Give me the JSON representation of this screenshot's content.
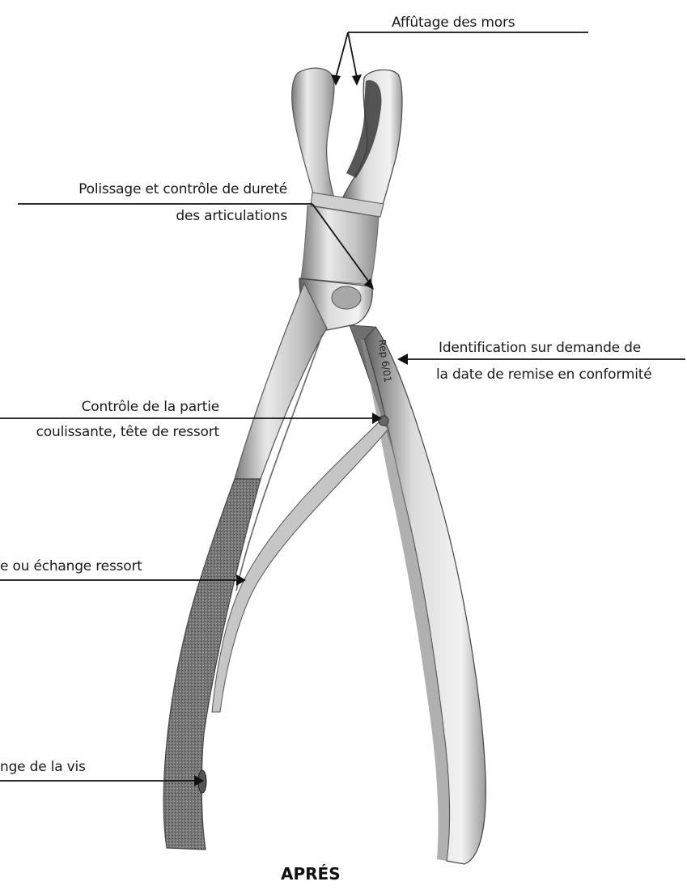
{
  "labels": {
    "jaw_sharpening": "Affûtage des mors",
    "joint_polish_line1": "Polissage et contrôle de dureté",
    "joint_polish_line2": "des articulations",
    "identification_line1": "Identification sur demande de",
    "identification_line2": "la date de remise en conformité",
    "sliding_check_line1": "Contrôle de la partie",
    "sliding_check_line2": "coulissante, tête de ressort",
    "spring": "e ou échange ressort",
    "screw": "nge de la vis",
    "engraving": "Rep 6/01"
  },
  "title": "APRÉS",
  "colors": {
    "steel_light": "#e8e8e8",
    "steel_mid": "#b8b8b8",
    "steel_dark": "#6e6e6e",
    "ink": "#111111"
  }
}
